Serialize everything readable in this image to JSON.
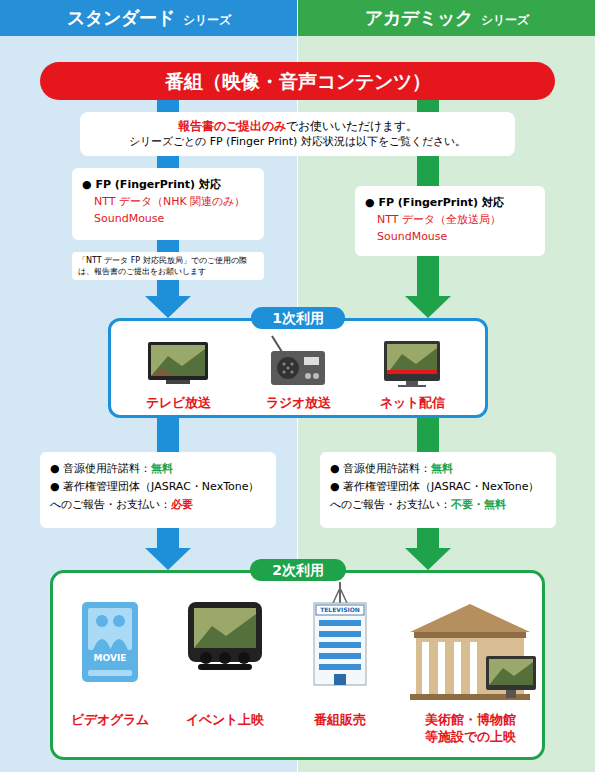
{
  "diagram": {
    "nodes": [
      {
        "text": [
          "スタンダード",
          "シリーズ"
        ]
      },
      {
        "text": [
          "アカデミック",
          "シリーズ"
        ]
      },
      {
        "text": [
          "番組（映像・音声コンテンツ）"
        ]
      },
      {
        "text": [
          "報告書のご提出のみ",
          "でお使いいただけます。",
          "シリーズごとの FP (Finger Print) 対応状況は以下をご覧ください。"
        ]
      },
      {
        "text": [
          "● FP (FingerPrint) 対応",
          "NTT データ（NHK 関連のみ）",
          "SoundMouse"
        ],
        "in": 0
      },
      {
        "text": [
          "「NTT データ FP 対応民放局」でのご使用の際は、報告書のご提出をお願いします"
        ],
        "in": 0
      },
      {
        "text": [
          "● FP (FingerPrint) 対応",
          "NTT データ（全放送局）",
          "SoundMouse"
        ],
        "in": 1
      },
      {
        "text": [
          "1次利用",
          "テレビ放送",
          "ラジオ放送",
          "ネット配信"
        ]
      },
      {
        "text": [
          "● 音源使用許諾料：",
          "無料",
          "● 著作権管理団体（JASRAC・NexTone）へのご報告・お支払い：",
          "必要"
        ],
        "in": 0
      },
      {
        "text": [
          "● 音源使用許諾料：",
          "無料",
          "● 著作権管理団体（JASRAC・NexTone）へのご報告・お支払い：",
          "不要・無料"
        ],
        "in": 1
      },
      {
        "text": [
          "2次利用",
          "ビデオグラム",
          "イベント上映",
          "番組販売",
          "美術館・博物館等施設での上映"
        ]
      }
    ],
    "edges": [
      {
        "from": 2,
        "to": 7,
        "arrow": "to"
      },
      {
        "from": 2,
        "to": 7,
        "arrow": "to"
      },
      {
        "from": 7,
        "to": 10,
        "arrow": "to"
      },
      {
        "from": 7,
        "to": 10,
        "arrow": "to"
      }
    ],
    "labels": [
      "MOVIE",
      "TELEVISION"
    ]
  }
}
